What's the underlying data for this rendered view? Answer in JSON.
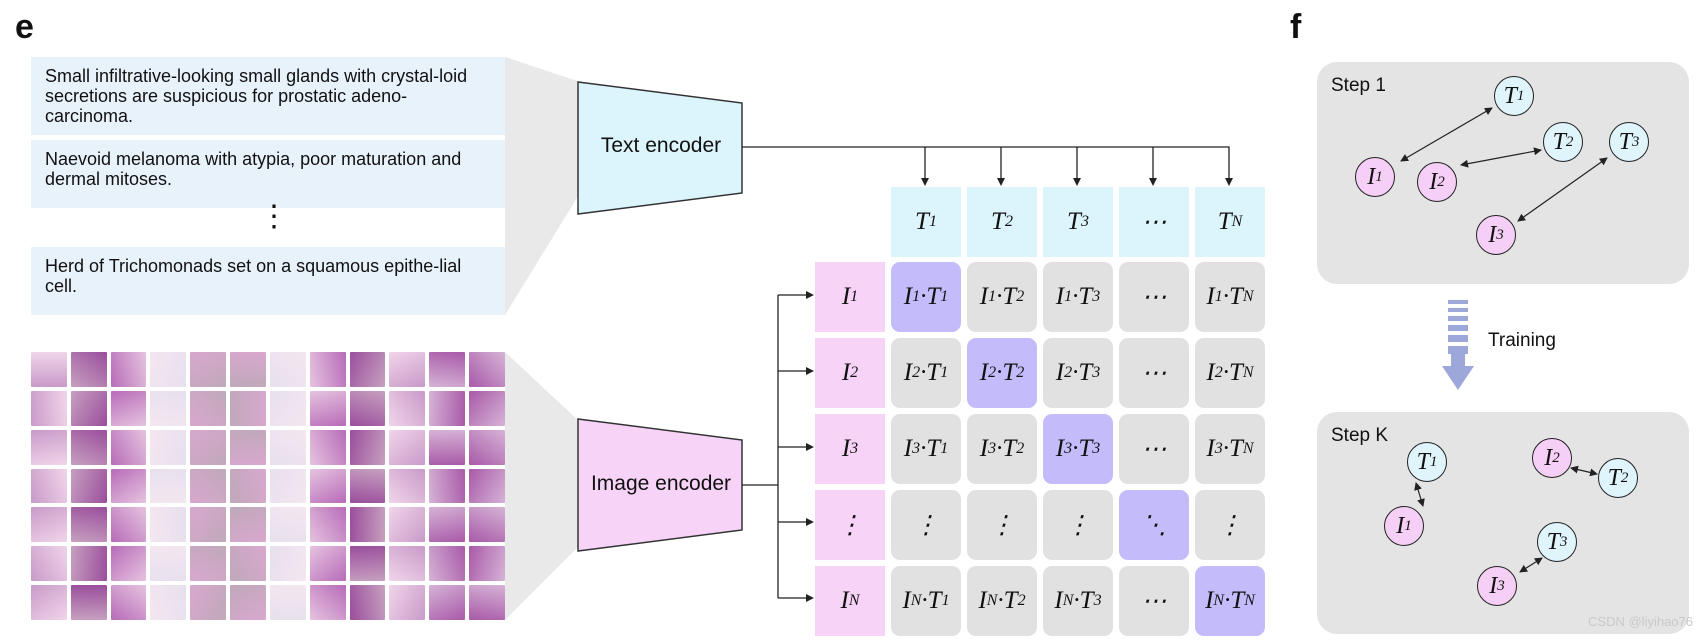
{
  "panel_e": {
    "letter": "e",
    "captions": [
      "Small infiltrative-looking small glands with crystal-loid secretions are suspicious for prostatic adeno-carcinoma.",
      "Naevoid melanoma with atypia, poor maturation and dermal mitoses.",
      "Herd of Trichomonads set on a squamous epithe-lial cell."
    ],
    "text_encoder": "Text encoder",
    "image_encoder": "Image encoder",
    "text_headers": [
      {
        "base": "T",
        "sub": "1"
      },
      {
        "base": "T",
        "sub": "2"
      },
      {
        "base": "T",
        "sub": "3"
      },
      {
        "base": "⋯",
        "sub": ""
      },
      {
        "base": "T",
        "sub": "N"
      }
    ],
    "image_headers": [
      {
        "base": "I",
        "sub": "1"
      },
      {
        "base": "I",
        "sub": "2"
      },
      {
        "base": "I",
        "sub": "3"
      },
      {
        "base": "⋮",
        "sub": ""
      },
      {
        "base": "I",
        "sub": "N"
      }
    ],
    "matrix": [
      [
        "I1·T1",
        "I1·T2",
        "I1·T3",
        "⋯",
        "I1·TN"
      ],
      [
        "I2·T1",
        "I2·T2",
        "I2·T3",
        "⋯",
        "I2·TN"
      ],
      [
        "I3·T1",
        "I3·T2",
        "I3·T3",
        "⋯",
        "I3·TN"
      ],
      [
        "⋮",
        "⋮",
        "⋮",
        "⋱",
        "⋮"
      ],
      [
        "IN·T1",
        "IN·T2",
        "IN·T3",
        "⋯",
        "IN·TN"
      ]
    ],
    "colors": {
      "caption_bg": "#e8f2fb",
      "text_encoder_fill": "#dcf4fb",
      "image_encoder_fill": "#f7d3f7",
      "matched_pair": "#c4bcfa",
      "unmatched_pair": "#e1e1e1"
    }
  },
  "panel_f": {
    "letter": "f",
    "step1": {
      "label": "Step 1",
      "nodes": [
        {
          "kind": "t",
          "base": "T",
          "sub": "1"
        },
        {
          "kind": "t",
          "base": "T",
          "sub": "2"
        },
        {
          "kind": "t",
          "base": "T",
          "sub": "3"
        },
        {
          "kind": "i",
          "base": "I",
          "sub": "1"
        },
        {
          "kind": "i",
          "base": "I",
          "sub": "2"
        },
        {
          "kind": "i",
          "base": "I",
          "sub": "3"
        }
      ]
    },
    "training_label": "Training",
    "stepk": {
      "label": "Step K",
      "nodes": [
        {
          "kind": "t",
          "base": "T",
          "sub": "1"
        },
        {
          "kind": "i",
          "base": "I",
          "sub": "1"
        },
        {
          "kind": "i",
          "base": "I",
          "sub": "2"
        },
        {
          "kind": "t",
          "base": "T",
          "sub": "2"
        },
        {
          "kind": "t",
          "base": "T",
          "sub": "3"
        },
        {
          "kind": "i",
          "base": "I",
          "sub": "3"
        }
      ]
    },
    "colors": {
      "text_node": "#dff4fb",
      "image_node": "#f5cff5",
      "arrow": "#9ea7d9"
    }
  },
  "watermark": "CSDN @liyihao76"
}
